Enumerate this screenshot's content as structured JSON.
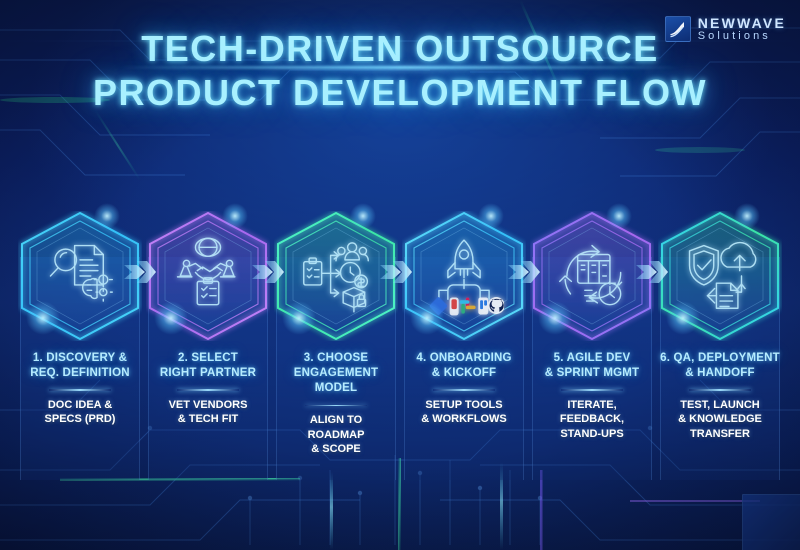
{
  "header": {
    "title_line1": "TECH-DRIVEN OUTSOURCE",
    "title_line2": "PRODUCT DEVELOPMENT FLOW",
    "logo_name": "NEWWAVE",
    "logo_sub": "Solutions",
    "logo_icon": "wave-logo-icon"
  },
  "theme": {
    "bg_deep": "#0a1a4a",
    "bg_mid": "#102a74",
    "title_color": "#a8f0ff",
    "step_title_color": "#b7ecff",
    "step_sub_color": "#ffffff",
    "accent_cyan": "#3fd8ff",
    "accent_purple": "#b06bf5",
    "accent_green": "#3ef0a8",
    "accent_blue": "#4aa8ff"
  },
  "steps": [
    {
      "title": "1. DISCOVERY &\nREQ. DEFINITION",
      "subtitle": "DOC IDEA &\nSPECS (PRD)",
      "icon": "magnifier-document-brain-gears-icon",
      "hex_color_a": "#35c8ff",
      "hex_color_b": "#4de0ff",
      "has_arrow": true
    },
    {
      "title": "2. SELECT\nRIGHT PARTNER",
      "subtitle": "VET VENDORS\n& TECH FIT",
      "icon": "robot-handshake-globe-clipboard-icon",
      "hex_color_a": "#b06bf5",
      "hex_color_b": "#d08bff",
      "has_arrow": true
    },
    {
      "title": "3. CHOOSE\nENGAGEMENT\nMODEL",
      "subtitle": "ALIGN TO\nROADMAP\n& SCOPE",
      "icon": "clipboard-branching-team-clock-box-icon",
      "hex_color_a": "#3ef0a8",
      "hex_color_b": "#55ffd0",
      "has_arrow": true
    },
    {
      "title": "4. ONBOARDING\n& KICKOFF",
      "subtitle": "SETUP TOOLS\n& WORKFLOWS",
      "icon": "rocket-tools-stack-icon",
      "hex_color_a": "#35c8ff",
      "hex_color_b": "#68e8ff",
      "has_arrow": true
    },
    {
      "title": "5. AGILE DEV\n& SPRINT MGMT",
      "subtitle": "ITERATE,\nFEEDBACK,\nSTAND-UPS",
      "icon": "kanban-board-cycle-stopwatch-icon",
      "hex_color_a": "#b06bf5",
      "hex_color_b": "#8f7bff",
      "has_arrow": true
    },
    {
      "title": "6. QA, DEPLOYMENT\n& HANDOFF",
      "subtitle": "TEST, LAUNCH\n& KNOWLEDGE\nTRANSFER",
      "icon": "shield-check-cloud-upload-document-icon",
      "hex_color_a": "#3ef0a8",
      "hex_color_b": "#35d8ff",
      "has_arrow": false
    }
  ]
}
